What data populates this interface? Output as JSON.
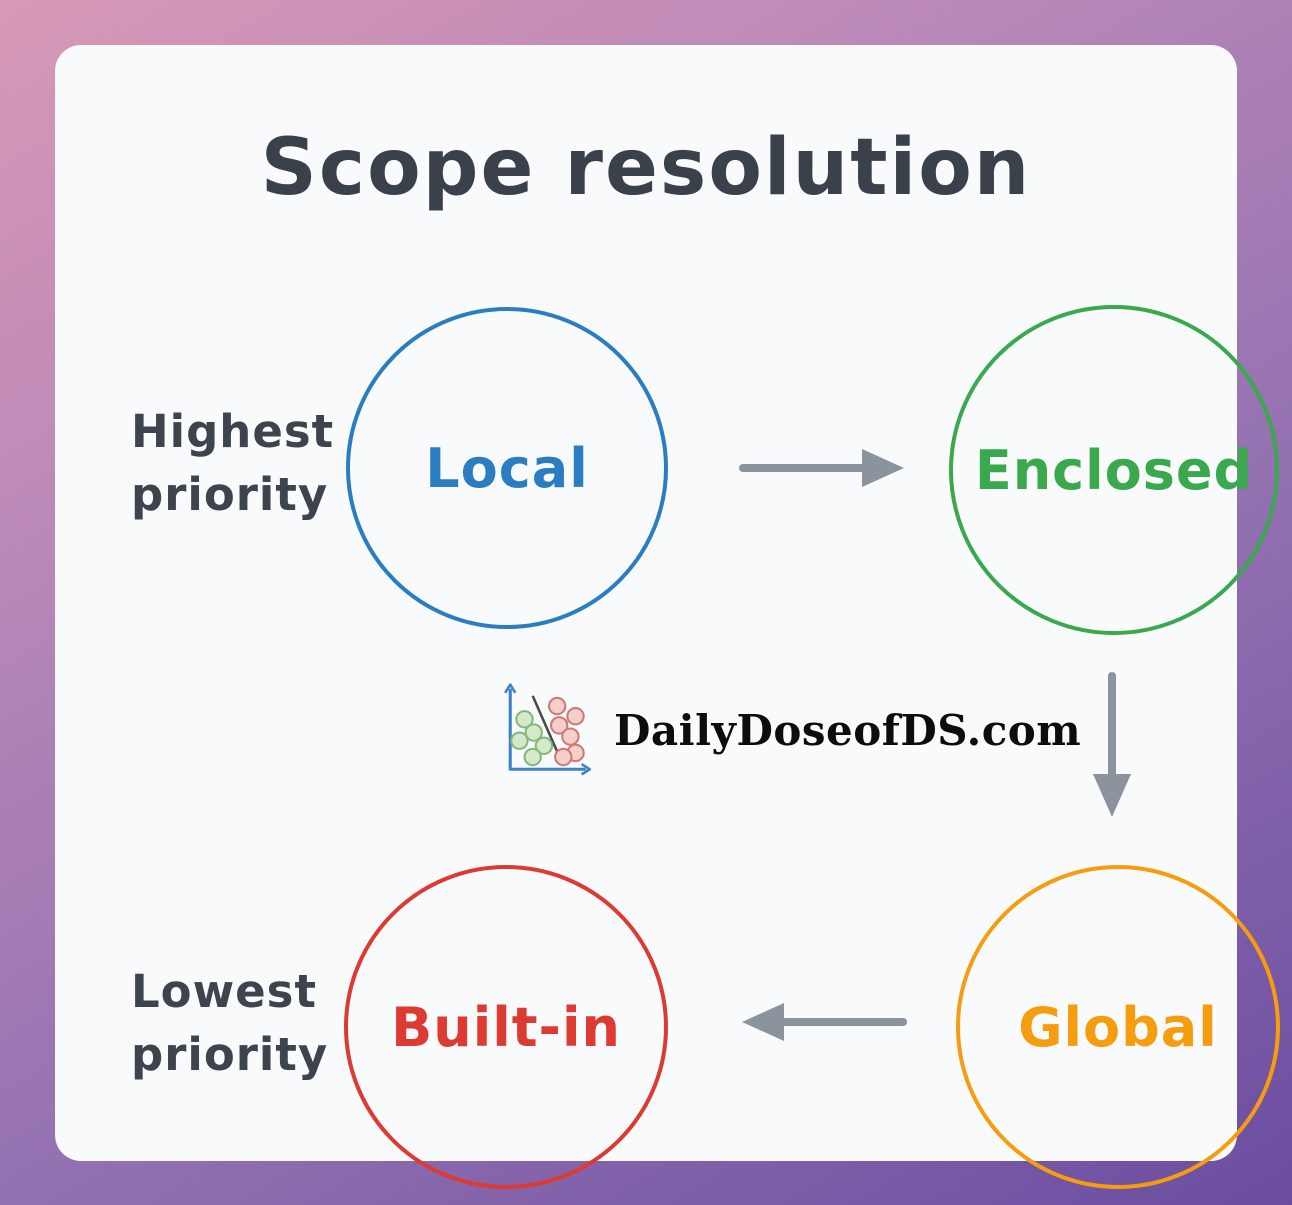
{
  "title": "Scope resolution",
  "annotations": {
    "highest": {
      "line1": "Highest",
      "line2": "priority"
    },
    "lowest": {
      "line1": "Lowest",
      "line2": "priority"
    }
  },
  "nodes": [
    {
      "id": "local",
      "label": "Local",
      "color": "#2b7dc2"
    },
    {
      "id": "enclosed",
      "label": "Enclosed",
      "color": "#3aa84d"
    },
    {
      "id": "global",
      "label": "Global",
      "color": "#f59d0e"
    },
    {
      "id": "built-in",
      "label": "Built-in",
      "color": "#dd3a32"
    }
  ],
  "edges": [
    {
      "from": "Local",
      "to": "Enclosed",
      "direction": "right"
    },
    {
      "from": "Enclosed",
      "to": "Global",
      "direction": "down"
    },
    {
      "from": "Global",
      "to": "Built-in",
      "direction": "left"
    }
  ],
  "watermark": {
    "text": "DailyDoseofDS.com",
    "logo": "scatter-plot-logo"
  },
  "colors": {
    "card_background": "#f8fafc",
    "gradient_top_left": "#d898b6",
    "gradient_bottom_right": "#6b4da0",
    "heading_text": "#3a414b",
    "annotation_text": "#3d444e",
    "arrow": "#8b939c",
    "watermark_text": "#0d0d0d"
  }
}
